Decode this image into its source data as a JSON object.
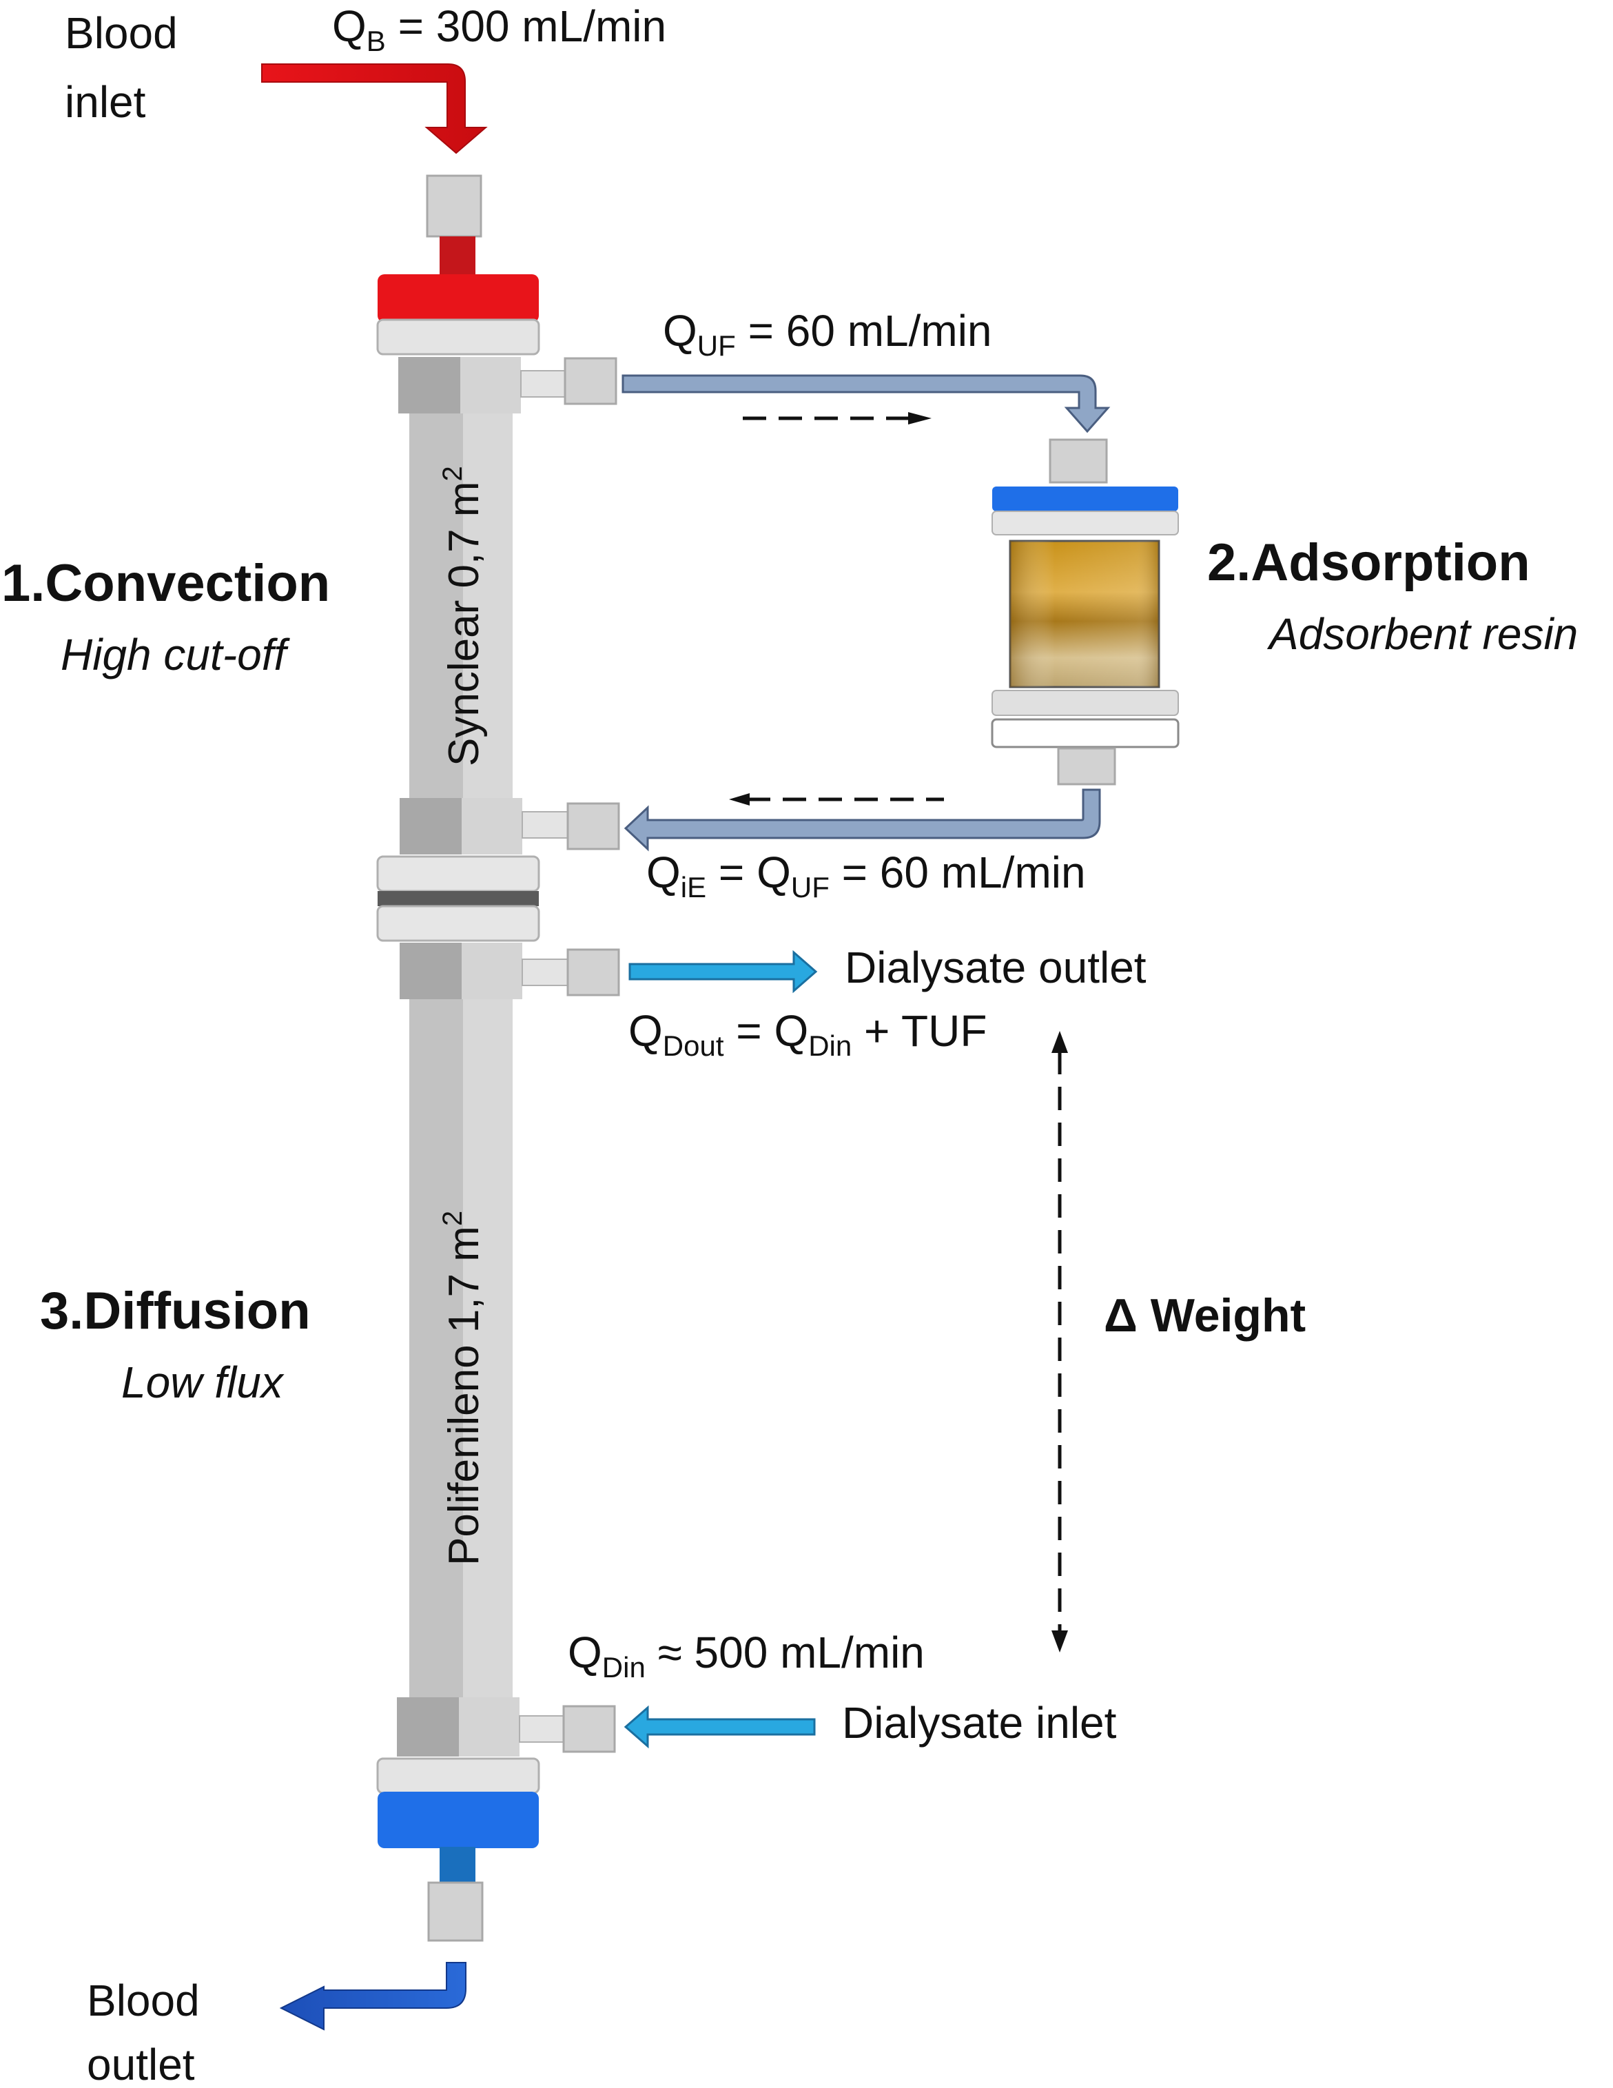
{
  "labels": {
    "blood_inlet_1": "Blood",
    "blood_inlet_2": "inlet",
    "qb_sym": "Q",
    "qb_sub": "B",
    "qb_val": " = 300 mL/min",
    "quf_sym": "Q",
    "quf_sub": "UF",
    "quf_val": " = 60 mL/min",
    "convection_title": "1.Convection",
    "convection_sub": "High cut-off",
    "adsorption_title": "2.Adsorption",
    "adsorption_sub": "Adsorbent resin",
    "synclear_text": "Synclear 0,7 m",
    "synclear_sup": "2",
    "qie_sym": "Q",
    "qie_sub": "iE",
    "qie_mid": " = Q",
    "qie_sub2": "UF",
    "qie_val": " = 60 mL/min",
    "dialysate_outlet": "Dialysate outlet",
    "qdout_sym": "Q",
    "qdout_sub": "Dout",
    "qdout_mid": " = Q",
    "qdout_sub2": "Din",
    "qdout_tail": " + TUF",
    "weight": "Δ Weight",
    "diffusion_title": "3.Diffusion",
    "diffusion_sub": "Low flux",
    "polifenileno_text": "Polifenileno 1,7 m",
    "polifenileno_sup": "2",
    "qdin_sym": "Q",
    "qdin_sub": "Din",
    "qdin_val": " ≈ 500 mL/min",
    "dialysate_inlet": "Dialysate inlet",
    "blood_outlet_1": "Blood",
    "blood_outlet_2": "outlet"
  },
  "colors": {
    "blood_in": "#e8141a",
    "blood_out": "#1a56c8",
    "dialysate": "#29a8e0",
    "ultrafiltrate": "#8fa6c6",
    "housing": "#d4d4d4",
    "resin": "#b8860b"
  }
}
